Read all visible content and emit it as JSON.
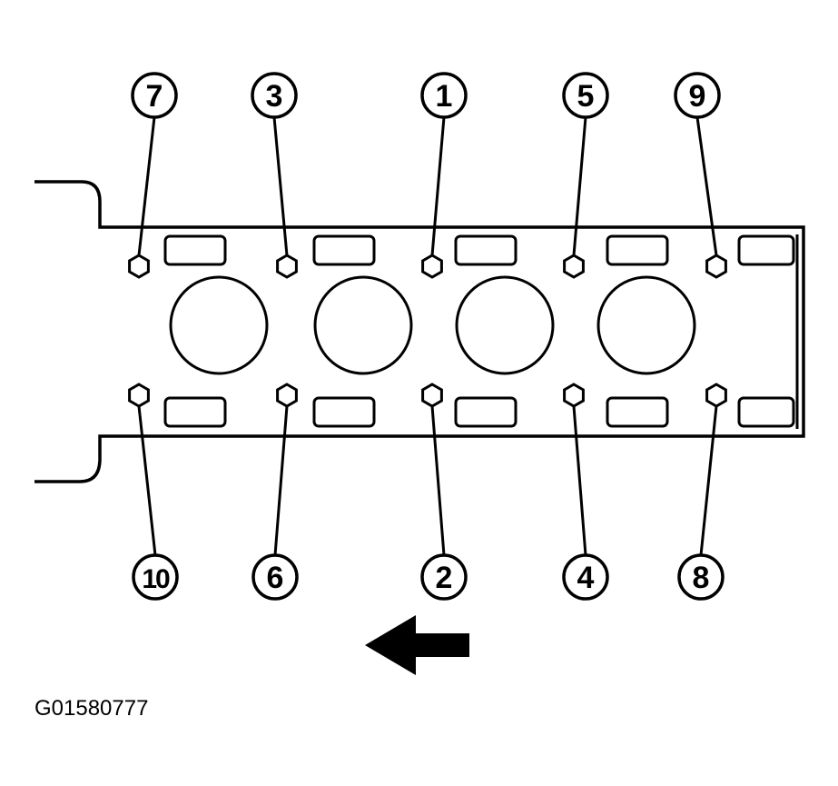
{
  "figure_id": "G01580777",
  "colors": {
    "ink": "#000000",
    "paper": "#ffffff"
  },
  "bolts": [
    {
      "number": "1",
      "row": "top"
    },
    {
      "number": "2",
      "row": "bottom"
    },
    {
      "number": "3",
      "row": "top"
    },
    {
      "number": "4",
      "row": "bottom"
    },
    {
      "number": "5",
      "row": "top"
    },
    {
      "number": "6",
      "row": "bottom"
    },
    {
      "number": "7",
      "row": "top"
    },
    {
      "number": "8",
      "row": "bottom"
    },
    {
      "number": "9",
      "row": "top"
    },
    {
      "number": "10",
      "row": "bottom"
    }
  ],
  "cylinder_count": 4,
  "direction_arrow": "left-arrow-icon"
}
